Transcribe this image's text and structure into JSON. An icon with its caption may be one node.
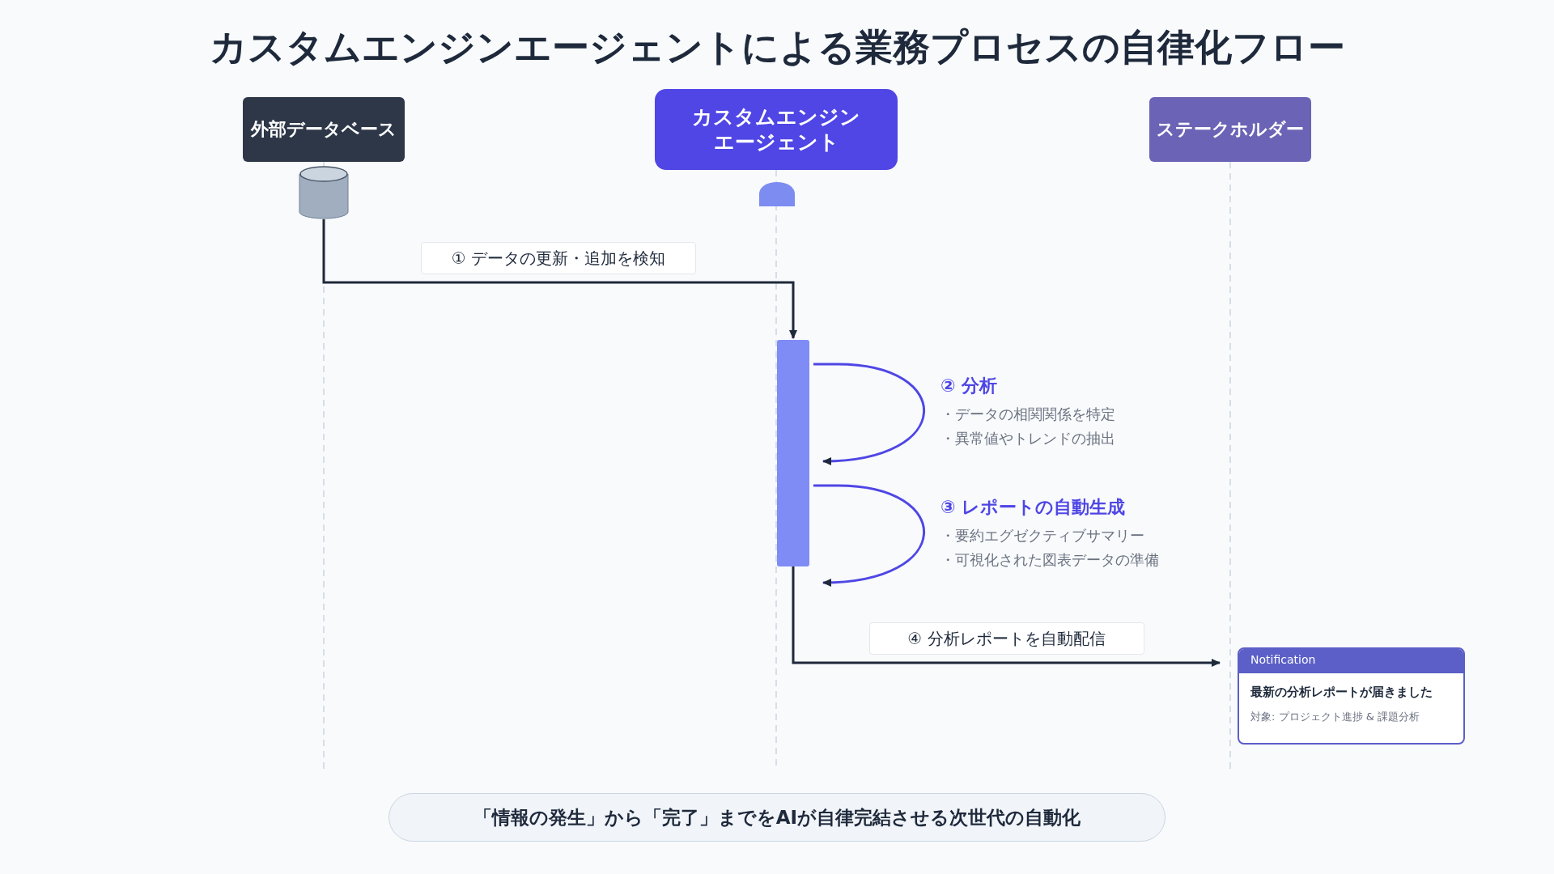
{
  "diagram": {
    "title": "カスタムエンジンエージェントによる業務プロセスの自律化フロー",
    "nodes": [
      {
        "text": [
          "外部データベース"
        ]
      },
      {
        "text": [
          "カスタムエンジンエージェント"
        ]
      },
      {
        "text": [
          "ステークホルダー"
        ]
      },
      {
        "text": [],
        "shape": "cylinder"
      },
      {
        "text": [],
        "shape": "circle"
      },
      {
        "text": [],
        "shape": "bar"
      },
      {
        "text": [
          "② 分析",
          "・データの相関関係を特定",
          "・異常値やトレンドの抽出"
        ]
      },
      {
        "text": [
          "③ レポートの自動生成",
          "・要約エグゼクティブサマリー",
          "・可視化された図表データの準備"
        ]
      },
      {
        "text": [
          "Notification",
          "最新の分析レポートが届きました",
          "対象: プロジェクト進捗 & 課題分析"
        ]
      },
      {
        "text": [
          "「情報の発生」から「完了」までをAIが自律完結させる次世代の自動化"
        ]
      }
    ],
    "edges": [
      {
        "from": 3,
        "to": 5,
        "arrow": "to",
        "label": "① データの更新・追加を検知"
      },
      {
        "from": 5,
        "to": 5,
        "arrow": "to",
        "color": "#4f46e5"
      },
      {
        "from": 5,
        "to": 5,
        "arrow": "to",
        "color": "#4f46e5"
      },
      {
        "from": 5,
        "to": 8,
        "arrow": "to",
        "label": "④ 分析レポートを自動配信"
      }
    ]
  }
}
